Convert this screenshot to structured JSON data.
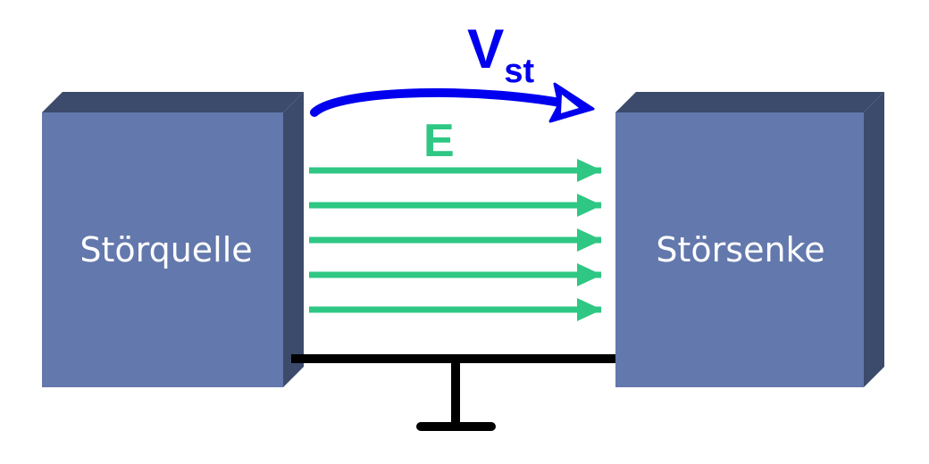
{
  "source_box": {
    "label": "Störquelle"
  },
  "sink_box": {
    "label": "Störsenke"
  },
  "voltage": {
    "symbol": "V",
    "subscript": "st"
  },
  "field": {
    "symbol": "E"
  },
  "field_line_count": 5,
  "colors": {
    "box_front": "#6378AC",
    "box_top": "#3C4A6C",
    "box_side": "#3C4A6C",
    "box_label": "#FFFFFF",
    "voltage_arrow": "#0000EE",
    "field_arrow": "#2FC784",
    "ground": "#000000"
  }
}
